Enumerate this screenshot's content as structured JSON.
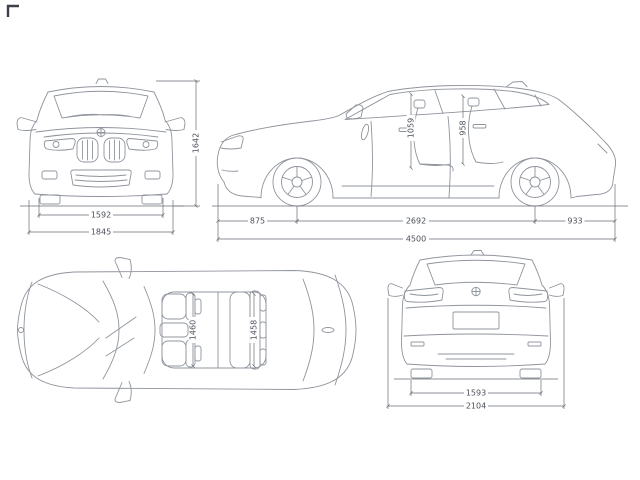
{
  "style": {
    "car-line": "#8f949c",
    "dim-line": "#686d75",
    "dim-text": "#4b5058",
    "bg": "#ffffff",
    "corner-mark": "#3c4047"
  },
  "views": {
    "front": {
      "track": "1592",
      "overall_width": "1845",
      "height": "1642"
    },
    "side": {
      "front_overhang": "875",
      "wheelbase": "2692",
      "rear_overhang": "933",
      "overall_length": "4500",
      "front_interior_height": "1059",
      "rear_interior_height": "958"
    },
    "top": {
      "front_interior_width": "1460",
      "rear_interior_width": "1458"
    },
    "rear": {
      "track": "1593",
      "overall_width_incl_mirrors": "2104"
    }
  }
}
